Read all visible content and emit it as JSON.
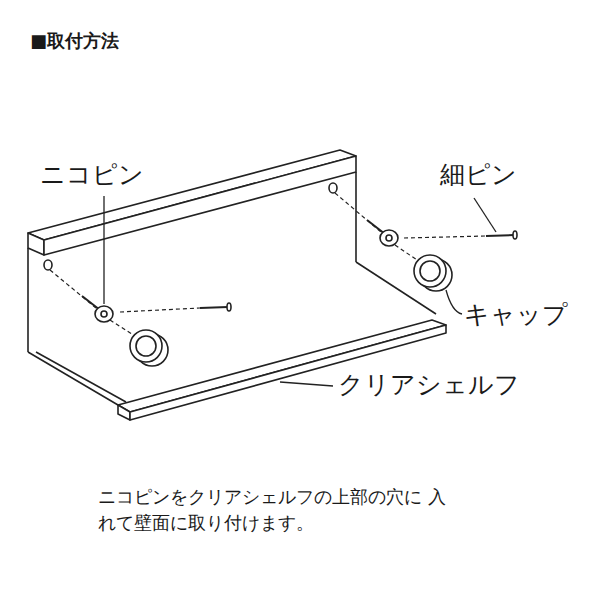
{
  "diagram": {
    "title": "■取付方法",
    "caption": "ニコピンをクリアシェルフの上部の穴に 入れて壁面に取り付けます。",
    "labels": [
      "ニコピン",
      "細ピン",
      "キャップ",
      "クリアシェルフ"
    ]
  }
}
